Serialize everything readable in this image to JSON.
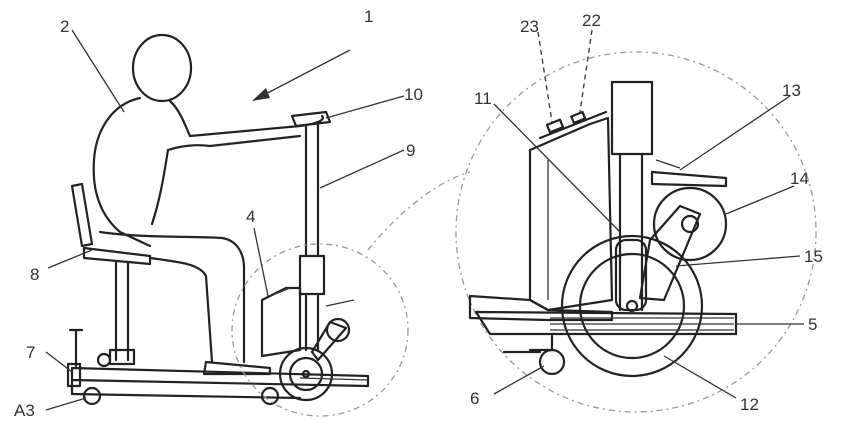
{
  "labels": {
    "l1": "1",
    "l2": "2",
    "l10": "10",
    "l9": "9",
    "l4": "4",
    "l8": "8",
    "l7": "7",
    "lA3": "A3",
    "l23": "23",
    "l22": "22",
    "l11": "11",
    "l13": "13",
    "l14": "14",
    "l15": "15",
    "l5": "5",
    "l6": "6",
    "l12": "12"
  }
}
